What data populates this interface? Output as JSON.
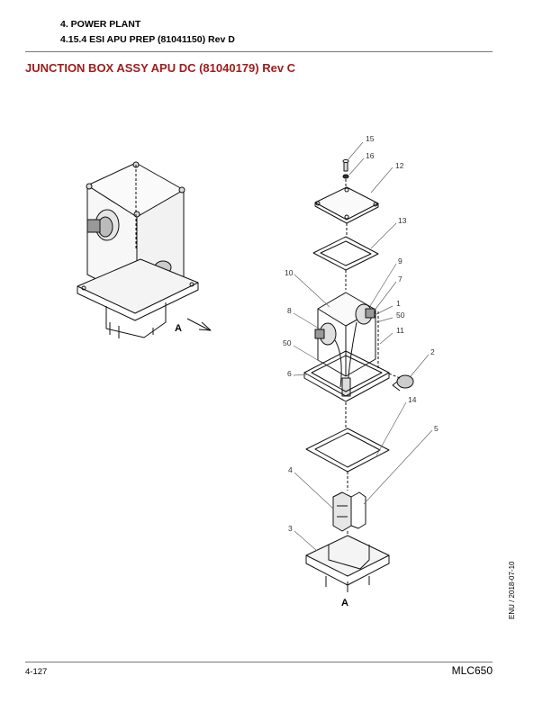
{
  "header": {
    "section": "4. POWER PLANT",
    "subsection": "4.15.4 ESI APU PREP (81041150) Rev D"
  },
  "title": "JUNCTION BOX ASSY APU DC (81040179) Rev C",
  "figure": {
    "view_label": "A",
    "callouts": [
      "15",
      "16",
      "12",
      "13",
      "9",
      "7",
      "10",
      "8",
      "1",
      "50",
      "11",
      "50",
      "2",
      "6",
      "14",
      "5",
      "4",
      "3"
    ]
  },
  "footer": {
    "page": "4-127",
    "model": "MLC650",
    "side_note": "ENU / 2018-07-10"
  }
}
